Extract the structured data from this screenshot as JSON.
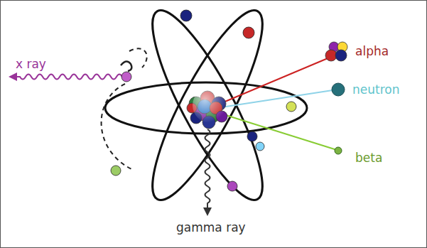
{
  "diagram": {
    "labels": [
      "x ray",
      "alpha",
      "neutron",
      "beta",
      "gamma ray"
    ]
  }
}
